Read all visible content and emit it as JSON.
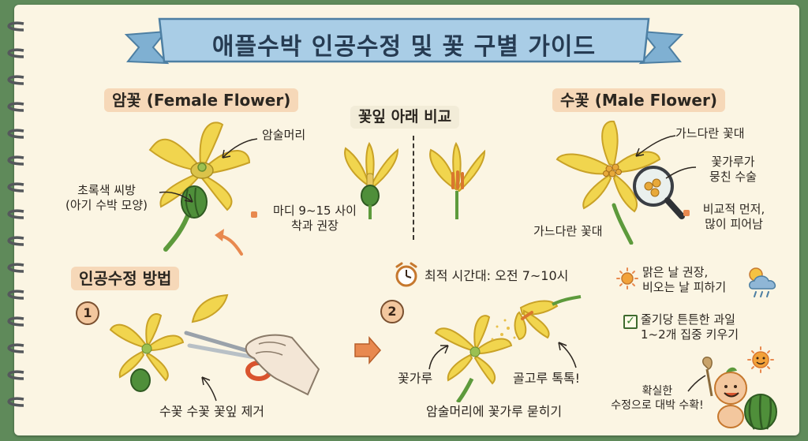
{
  "title": "애플수박 인공수정 및 꽃 구별 가이드",
  "female": {
    "heading": "암꽃 (Female Flower)",
    "stigma_label": "암술머리",
    "ovary_label": "초록색 씨방\n(아기 수박 모양)",
    "tip": "마디 9~15 사이\n착과 권장"
  },
  "compare": {
    "heading": "꽃잎 아래 비교"
  },
  "male": {
    "heading": "수꽃 (Male Flower)",
    "stem_label_top": "가느다란 꽃대",
    "stamen_label": "꽃가루가\n뭉친 수술",
    "tip": "비교적 먼저,\n많이 피어남",
    "stem_label_bottom": "가느다란 꽃대"
  },
  "method": {
    "heading": "인공수정 방법",
    "step1_number": "1",
    "step1_caption": "수꽃 수꽃 꽃잎 제거",
    "step2_number": "2",
    "best_time": "최적 시간대: 오전 7~10시",
    "pollen_label": "꽃가루",
    "tap_label": "골고루 톡톡!",
    "step2_caption": "암술머리에 꽃가루 묻히기"
  },
  "tips": {
    "weather": "맑은 날 권장,\n비오는 날 피하기",
    "fruit": "줄기당 튼튼한 과일\n1~2개 집중 키우기",
    "result": "확실한\n수정으로 대박 수확!"
  },
  "icons": {
    "alarm": "alarm-clock-icon",
    "sun": "sun-icon",
    "rain": "rain-cloud-icon",
    "check": "checkbox-icon",
    "magnifier": "magnifier-icon",
    "scissors": "scissors-icon",
    "hand": "gloved-hand-icon",
    "arrow": "right-arrow-icon"
  },
  "colors": {
    "paper": "#fbf5e3",
    "petal": "#f1d54e",
    "petal_edge": "#c9a227",
    "leaf": "#5d9a3c",
    "accent": "#e8894f",
    "banner": "#a9cde6"
  }
}
